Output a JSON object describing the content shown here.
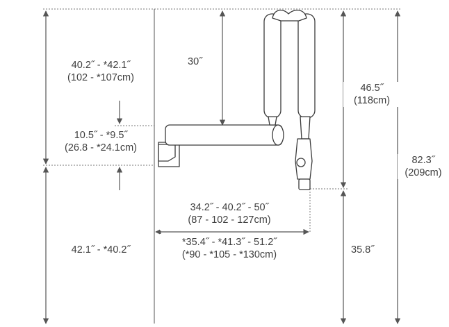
{
  "diagram": {
    "dimensions": {
      "upper_height_line1": "40.2˝ - *42.1˝",
      "upper_height_line2": "(102  - *107cm)",
      "arm_drop": "30˝",
      "arm_thickness_line1": "10.5˝ - *9.5˝",
      "arm_thickness_line2": "(26.8  - *24.1cm)",
      "lower_height": "42.1˝ - *40.2˝",
      "reach_line1": "34.2˝ - 40.2˝ - 50˝",
      "reach_line2": "(87  - 102 - 127cm)",
      "reach_alt_line1": "*35.4˝ - *41.3˝ - 51.2˝",
      "reach_alt_line2": "(*90  - *105 - *130cm)",
      "head_height_line1": "46.5˝",
      "head_height_line2": "(118cm)",
      "floor_height": "35.8˝",
      "total_height_line1": "82.3˝",
      "total_height_line2": "(209cm)"
    },
    "colors": {
      "line": "#555555",
      "device_fill": "#ffffff",
      "device_stroke": "#3a3a3a",
      "text": "#3f3f3f"
    }
  }
}
